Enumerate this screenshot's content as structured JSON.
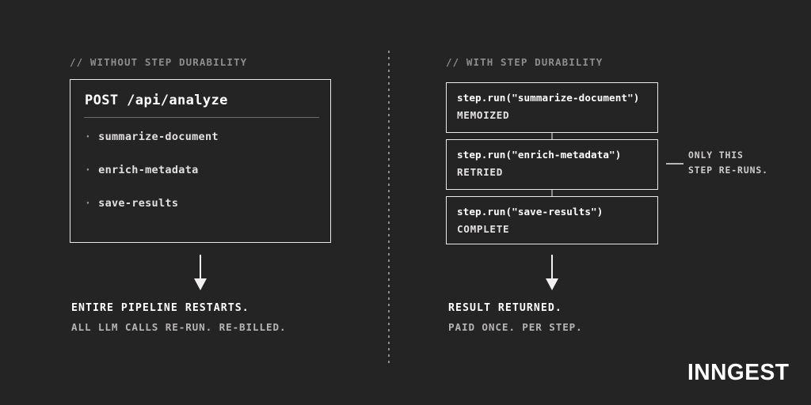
{
  "canvas": {
    "background": "#242424",
    "foreground": "#ffffff",
    "muted": "#8d8d8d",
    "border": "#eceaea"
  },
  "left_panel": {
    "comment": "// WITHOUT STEP DURABILITY",
    "card": {
      "title": "POST /api/analyze",
      "bullet_glyph": "·",
      "items": [
        {
          "label": "summarize-document"
        },
        {
          "label": "enrich-metadata"
        },
        {
          "label": "save-results"
        }
      ]
    },
    "caption": {
      "headline": "ENTIRE PIPELINE RESTARTS.",
      "subline": "ALL LLM CALLS RE-RUN. RE-BILLED."
    }
  },
  "right_panel": {
    "comment": "// WITH STEP DURABILITY",
    "steps": [
      {
        "call": "step.run(\"summarize-document\")",
        "status": "MEMOIZED"
      },
      {
        "call": "step.run(\"enrich-metadata\")",
        "status": "RETRIED"
      },
      {
        "call": "step.run(\"save-results\")",
        "status": "COMPLETE"
      }
    ],
    "annotation": {
      "line1": "ONLY THIS",
      "line2": "STEP RE-RUNS."
    },
    "caption": {
      "headline": "RESULT RETURNED.",
      "subline": "PAID ONCE. PER STEP."
    }
  },
  "brand": {
    "logo": "INNGEST"
  }
}
